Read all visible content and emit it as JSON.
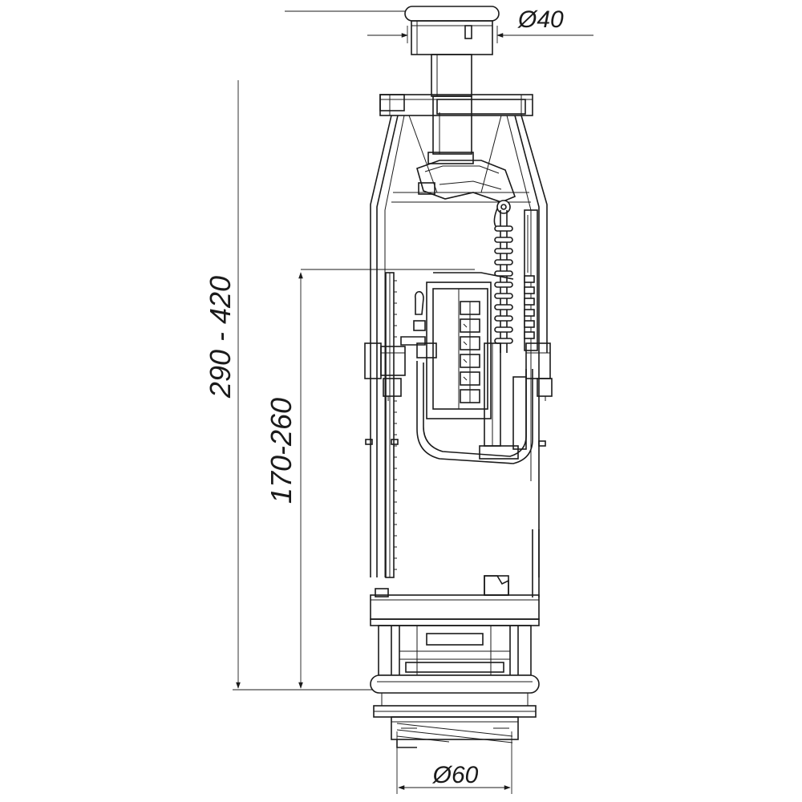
{
  "dimensions": {
    "top_diameter": "Ø40",
    "overall_height": "290 - 420",
    "overflow_height": "170-260",
    "bottom_diameter": "Ø60"
  },
  "colors": {
    "line": "#1a1a1a",
    "background": "#ffffff"
  }
}
